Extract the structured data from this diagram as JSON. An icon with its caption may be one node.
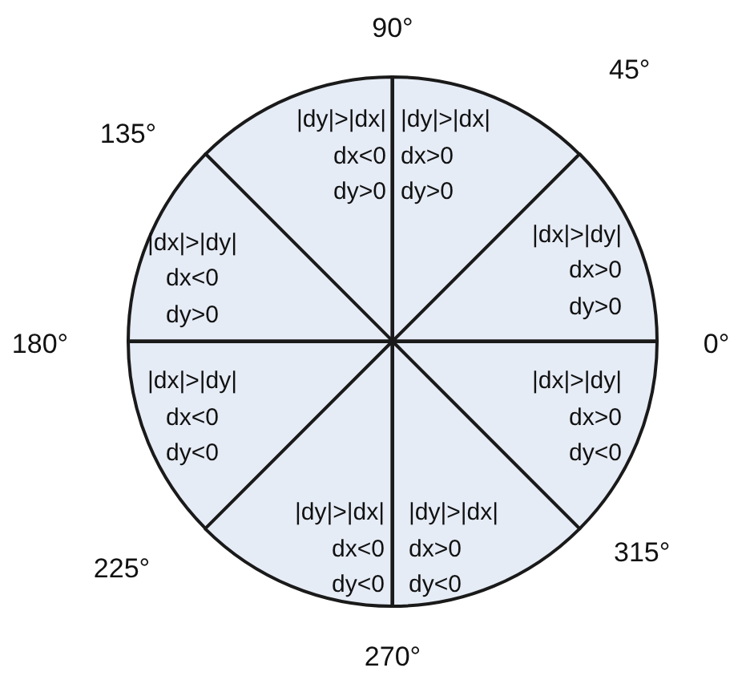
{
  "diagram": {
    "nodes": [
      {
        "text": [
          "|dy|>|dx|",
          "dx<0",
          "dy>0"
        ]
      },
      {
        "text": [
          "|dy|>|dx|",
          "dx>0",
          "dy>0"
        ]
      },
      {
        "text": [
          "|dx|>|dy|",
          "dx<0",
          "dy>0"
        ]
      },
      {
        "text": [
          "|dx|>|dy|",
          "dx>0",
          "dy>0"
        ]
      },
      {
        "text": [
          "|dx|>|dy|",
          "dx<0",
          "dy<0"
        ]
      },
      {
        "text": [
          "|dx|>|dy|",
          "dx>0",
          "dy<0"
        ]
      },
      {
        "text": [
          "|dy|>|dx|",
          "dx<0",
          "dy<0"
        ]
      },
      {
        "text": [
          "|dy|>|dx|",
          "dx>0",
          "dy<0"
        ]
      }
    ],
    "edges": [],
    "labels": [
      "90°",
      "135°",
      "45°",
      "180°",
      "0°",
      "225°",
      "315°",
      "270°"
    ]
  }
}
